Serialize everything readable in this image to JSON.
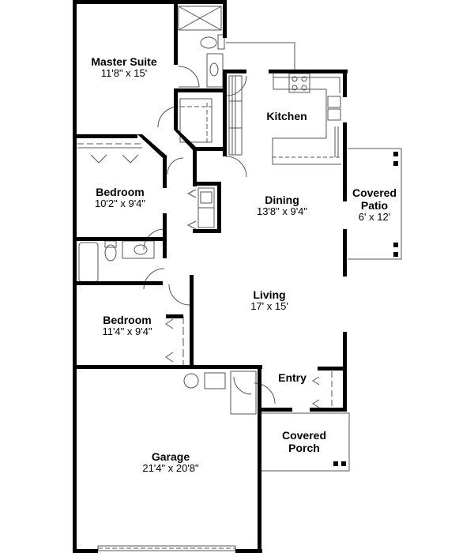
{
  "plan": {
    "rooms": [
      {
        "id": "master-suite",
        "name": "Master Suite",
        "dim": "11'8\" x 15'"
      },
      {
        "id": "kitchen",
        "name": "Kitchen",
        "dim": ""
      },
      {
        "id": "bedroom-1",
        "name": "Bedroom",
        "dim": "10'2\" x 9'4\""
      },
      {
        "id": "dining",
        "name": "Dining",
        "dim": "13'8\" x 9'4\""
      },
      {
        "id": "covered-patio",
        "name": "Covered Patio",
        "name_line1": "Covered",
        "name_line2": "Patio",
        "dim": "6' x 12'"
      },
      {
        "id": "living",
        "name": "Living",
        "dim": "17' x 15'"
      },
      {
        "id": "bedroom-2",
        "name": "Bedroom",
        "dim": "11'4\" x 9'4\""
      },
      {
        "id": "entry",
        "name": "Entry",
        "dim": ""
      },
      {
        "id": "covered-porch",
        "name": "Covered Porch",
        "name_line1": "Covered",
        "name_line2": "Porch",
        "dim": ""
      },
      {
        "id": "garage",
        "name": "Garage",
        "dim": "21'4\" x 20'8\""
      }
    ],
    "colors": {
      "wall": "#000000",
      "line": "#555555",
      "background": "#ffffff"
    }
  }
}
